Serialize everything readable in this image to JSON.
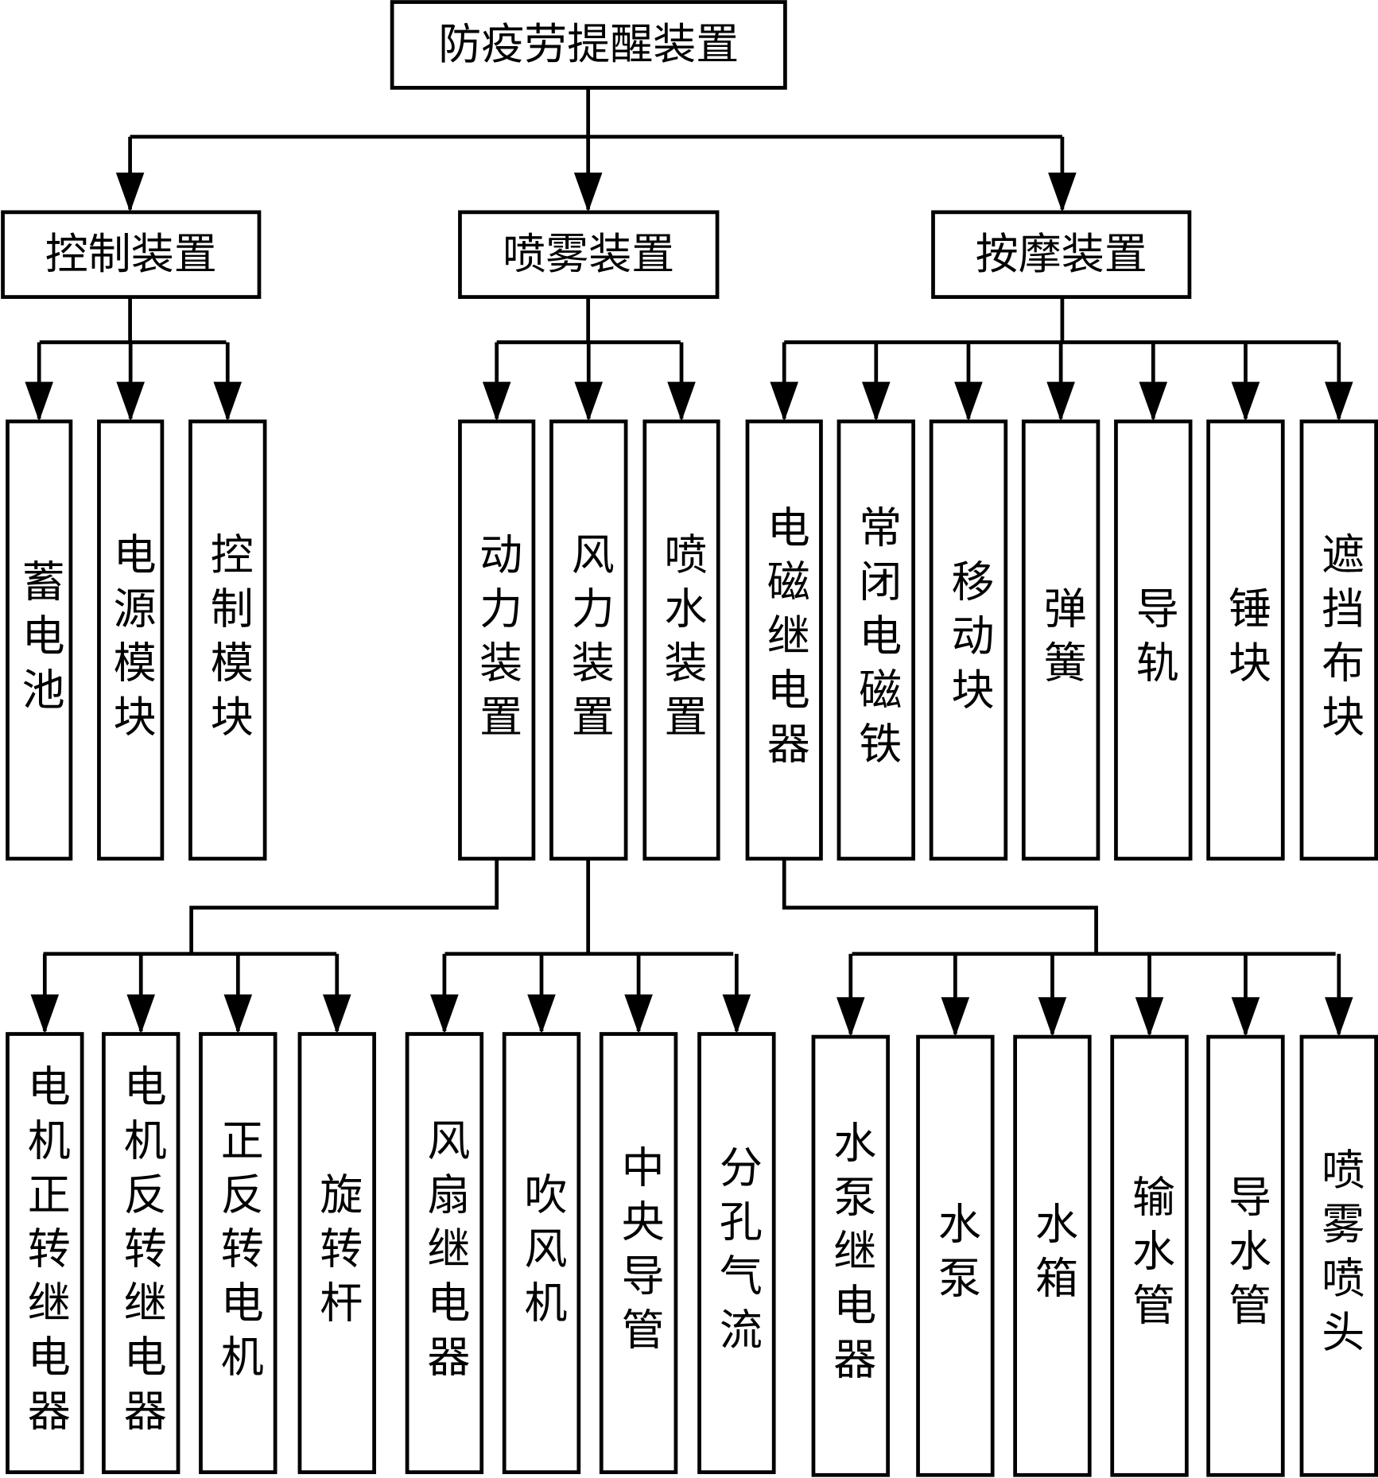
{
  "root": {
    "id": "root",
    "label": "防疫劳提醒装置"
  },
  "level1": [
    {
      "id": "ctrl",
      "label": "控制装置"
    },
    {
      "id": "spray",
      "label": "喷雾装置"
    },
    {
      "id": "massage",
      "label": "按摩装置"
    }
  ],
  "level2": [
    {
      "id": "battery",
      "parent": "ctrl",
      "label": "蓄电池"
    },
    {
      "id": "power",
      "parent": "ctrl",
      "label": "电源模块"
    },
    {
      "id": "ctrlmod",
      "parent": "ctrl",
      "label": "控制模块"
    },
    {
      "id": "drive",
      "parent": "spray",
      "label": "动力装置"
    },
    {
      "id": "wind",
      "parent": "spray",
      "label": "风力装置"
    },
    {
      "id": "water",
      "parent": "spray",
      "label": "喷水装置"
    },
    {
      "id": "relay",
      "parent": "massage",
      "label": "电磁继电器"
    },
    {
      "id": "magnet",
      "parent": "massage",
      "label": "常闭电磁铁"
    },
    {
      "id": "moving",
      "parent": "massage",
      "label": "移动块"
    },
    {
      "id": "spring",
      "parent": "massage",
      "label": "弹簧"
    },
    {
      "id": "rail",
      "parent": "massage",
      "label": "导轨"
    },
    {
      "id": "hammer",
      "parent": "massage",
      "label": "锤块"
    },
    {
      "id": "cloth",
      "parent": "massage",
      "label": "遮挡布块"
    }
  ],
  "level3": [
    {
      "parent": "drive",
      "label": "电机正转继电器"
    },
    {
      "parent": "drive",
      "label": "电机反转继电器"
    },
    {
      "parent": "drive",
      "label": "正反转电机"
    },
    {
      "parent": "drive",
      "label": "旋转杆"
    },
    {
      "parent": "wind",
      "label": "风扇继电器"
    },
    {
      "parent": "wind",
      "label": "吹风机"
    },
    {
      "parent": "wind",
      "label": "中央导管"
    },
    {
      "parent": "wind",
      "label": "分孔气流"
    },
    {
      "parent": "relay",
      "label": "水泵继电器"
    },
    {
      "parent": "relay",
      "label": "水泵"
    },
    {
      "parent": "relay",
      "label": "水箱"
    },
    {
      "parent": "relay",
      "label": "输水管"
    },
    {
      "parent": "relay",
      "label": "导水管"
    },
    {
      "parent": "relay",
      "label": "喷雾喷头"
    }
  ]
}
